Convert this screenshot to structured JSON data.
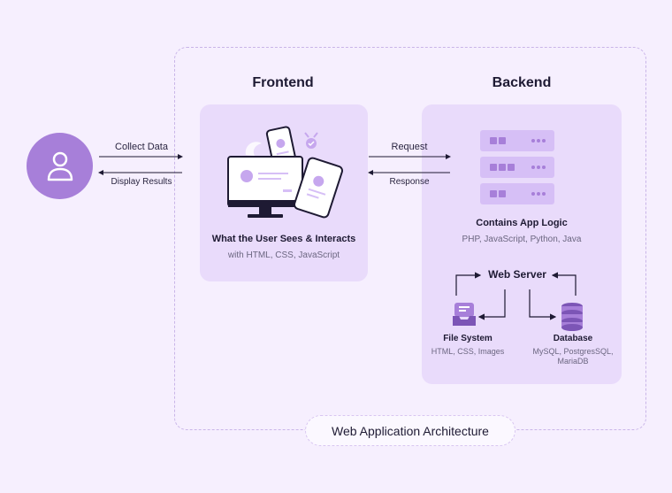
{
  "frontend": {
    "title": "Frontend",
    "caption_title": "What the User Sees & Interacts",
    "caption_sub": "with HTML, CSS, JavaScript"
  },
  "backend": {
    "title": "Backend",
    "caption_title": "Contains App Logic",
    "caption_sub": "PHP, JavaScript, Python, Java",
    "web_server": "Web Server",
    "file_system": {
      "title": "File System",
      "sub": "HTML, CSS, Images"
    },
    "database": {
      "title": "Database",
      "sub_line1": "MySQL, PostgresSQL,",
      "sub_line2": "MariaDB"
    }
  },
  "arrows": {
    "collect": "Collect Data",
    "display": "Display Results",
    "request": "Request",
    "response": "Response"
  },
  "footer": "Web Application Architecture",
  "colors": {
    "accent": "#a77fd9",
    "panel": "#e9dbfb",
    "background": "#f6effe"
  },
  "icons": [
    "user-icon",
    "device-illustration",
    "server-icon",
    "file-system-icon",
    "database-icon"
  ]
}
